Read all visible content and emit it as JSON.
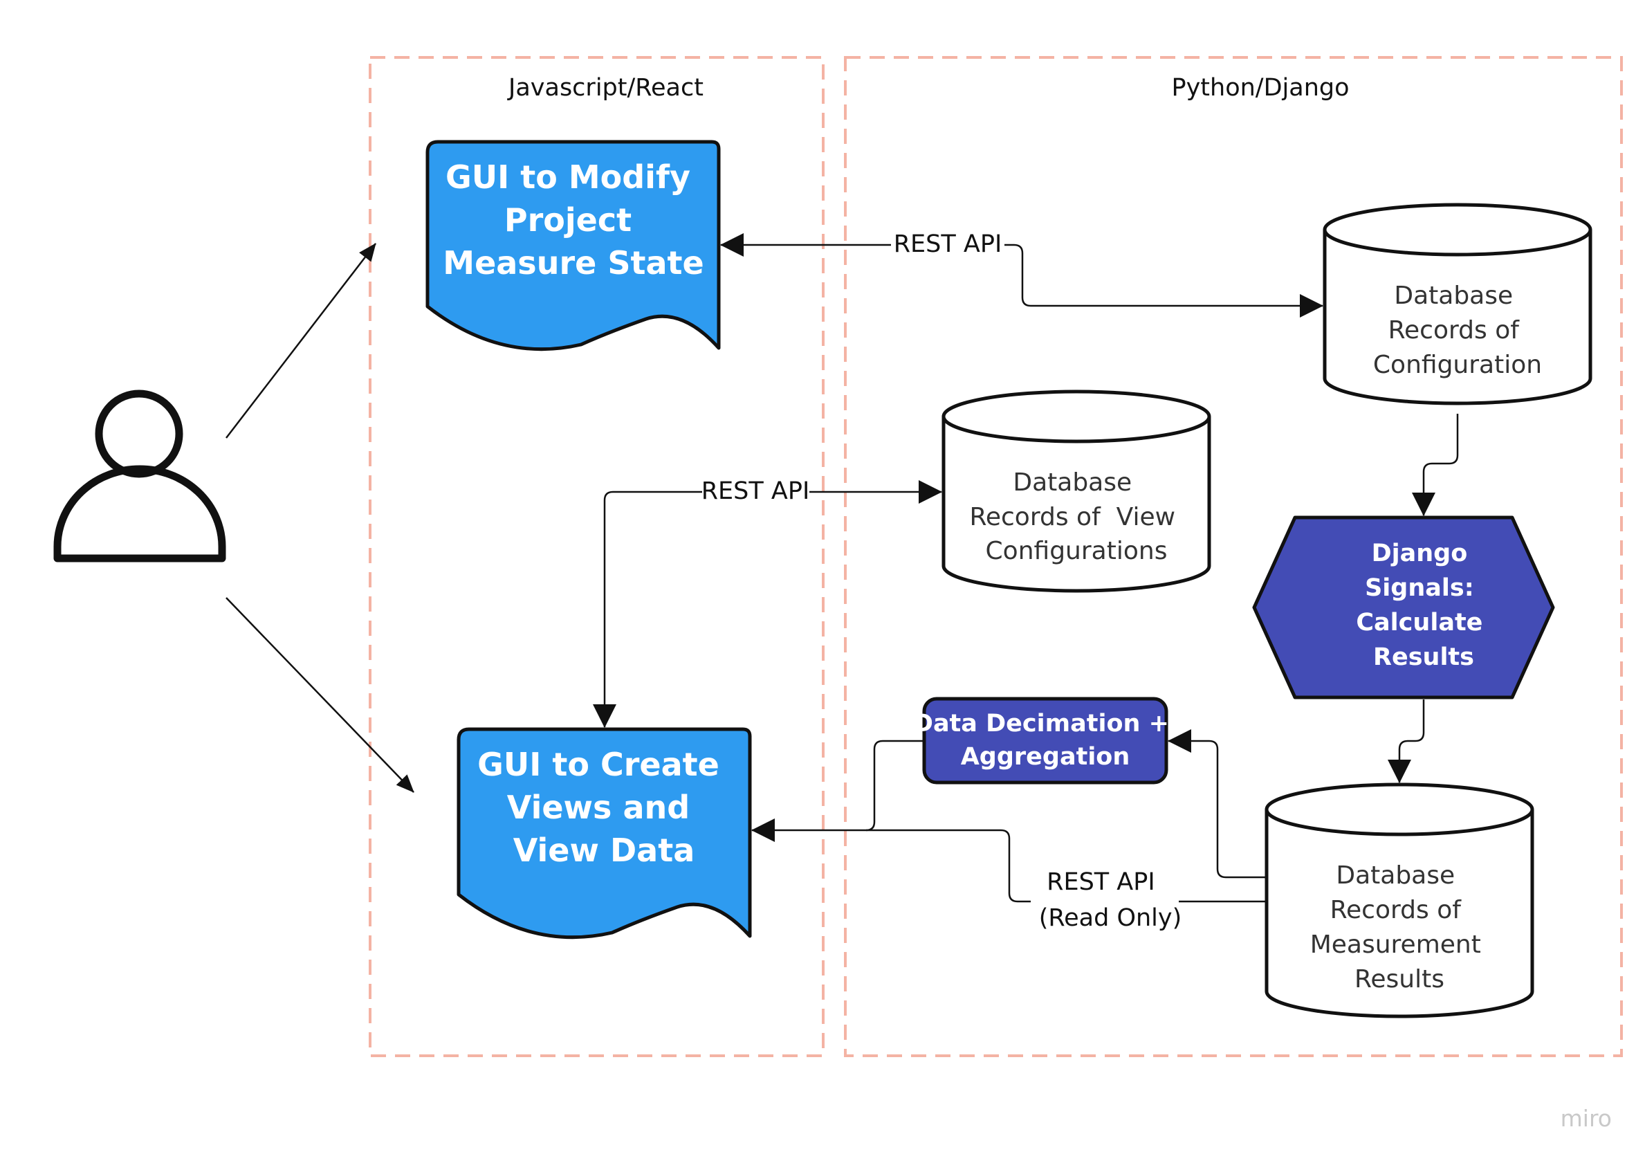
{
  "groups": {
    "frontend": "Javascript/React",
    "backend": "Python/Django"
  },
  "nodes": {
    "gui_modify": [
      "GUI to Modify",
      "Project",
      "Measure State"
    ],
    "gui_views": [
      "GUI to Create",
      "Views and",
      "View Data"
    ],
    "db_configuration": [
      "Database",
      "Records of",
      "Configuration"
    ],
    "db_view_configurations": [
      "Database",
      "Records of  View",
      "Configurations"
    ],
    "django_signals": [
      "Django",
      "Signals:",
      "Calculate",
      "Results"
    ],
    "decimation": [
      "Data Decimation +",
      "Aggregation"
    ],
    "db_measurement": [
      "Database",
      "Records of",
      "Measurement",
      "Results"
    ]
  },
  "edges": {
    "rest_api_top": "REST API",
    "rest_api_middle": "REST API",
    "rest_api_read_only": [
      "REST API",
      "(Read Only)"
    ]
  },
  "watermark": "miro",
  "colors": {
    "document_fill": "#2E9BF0",
    "process_fill": "#434CB5",
    "group_border": "#F4B3A4",
    "outline": "#111111"
  },
  "icons": {
    "user": "user-icon"
  }
}
